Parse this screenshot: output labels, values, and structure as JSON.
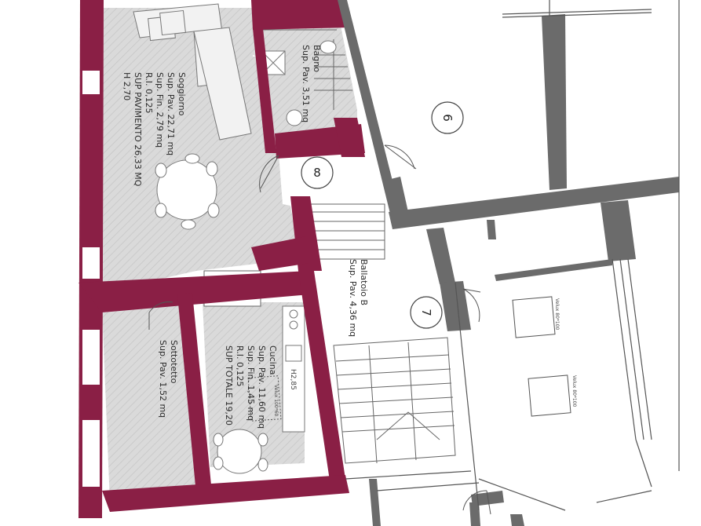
{
  "colors": {
    "bearing_wall": "#8a1f45",
    "partition_wall": "#6b6b6b",
    "hatch_fill": "#dcdcdc",
    "line": "#555555"
  },
  "rooms": {
    "soggiorno": [
      "Soggiorno",
      "Sup. Pav. 22,71 mq",
      "Sup. Fin. 2,79 mq",
      "R.I. 0,125",
      "SUP PAVIMENTO 26,33 MQ",
      "H 2,70"
    ],
    "bagno": [
      "Bagno",
      "Sup. Pav. 3,51 mq"
    ],
    "ballatoio": [
      "Ballatoio B",
      "Sup. Pav. 4,36 mq"
    ],
    "cucina": [
      "Cucina",
      "Sup. Pav. 11,60 mq",
      "Sup. Fin. 1,45 mq",
      "R.I. 0,125",
      "SUP TOTALE 19,20"
    ],
    "sottotetto": [
      "Sottotetto",
      "Sup. Pav. 1,52 mq"
    ]
  },
  "annotations": {
    "h_cucina": "H2,85",
    "velux_cucina": "Velux 100*60",
    "velux_1": "Velux 80*100",
    "velux_2": "Velux 80*100"
  },
  "markers": {
    "m6": "6",
    "m7": "7",
    "m8": "8"
  }
}
